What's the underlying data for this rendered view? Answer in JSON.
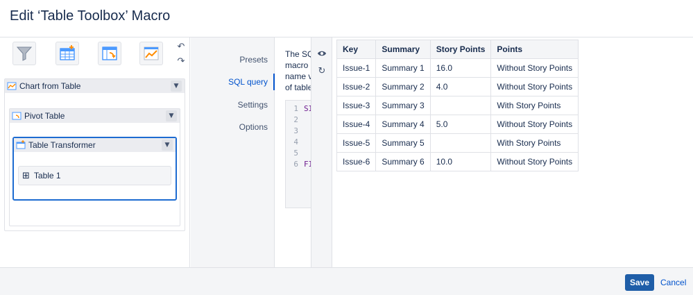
{
  "dialog": {
    "title": "Edit ‘Table Toolbox’ Macro"
  },
  "toolbar": {
    "buttons": [
      {
        "icon": "funnel-filter-icon"
      },
      {
        "icon": "table-add-icon"
      },
      {
        "icon": "pivot-table-icon"
      },
      {
        "icon": "chart-line-icon"
      }
    ],
    "undo_glyph": "↶",
    "redo_glyph": "↷"
  },
  "tree": {
    "chart": {
      "label": "Chart from Table"
    },
    "pivot": {
      "label": "Pivot Table"
    },
    "transformer": {
      "label": "Table Transformer"
    },
    "table": {
      "label": "Table 1"
    },
    "chevron_glyph": "▼",
    "table_glyph": "⊞"
  },
  "tabs": {
    "items": [
      {
        "label": "Presets"
      },
      {
        "label": "SQL query"
      },
      {
        "label": "Settings"
      },
      {
        "label": "Options"
      }
    ],
    "active": "SQL query"
  },
  "sql": {
    "description_lines": [
      "The SQ",
      "macro",
      "name v",
      "of table"
    ],
    "line_numbers": [
      "1",
      "2",
      "3",
      "4",
      "5",
      "6"
    ],
    "code_lines": [
      "SI",
      "",
      "",
      "",
      "",
      "FI"
    ]
  },
  "side_icons": {
    "preview_glyph": "👁",
    "refresh_glyph": "↻"
  },
  "result_table": {
    "headers": [
      "Key",
      "Summary",
      "Story Points",
      "Points"
    ],
    "rows": [
      [
        "Issue-1",
        "Summary 1",
        "16.0",
        "Without Story Points"
      ],
      [
        "Issue-2",
        "Summary 2",
        "4.0",
        "Without Story Points"
      ],
      [
        "Issue-3",
        "Summary 3",
        "",
        "With Story Points"
      ],
      [
        "Issue-4",
        "Summary 4",
        "5.0",
        "Without Story Points"
      ],
      [
        "Issue-5",
        "Summary 5",
        "",
        "With Story Points"
      ],
      [
        "Issue-6",
        "Summary 6",
        "10.0",
        "Without Story Points"
      ]
    ]
  },
  "footer": {
    "save_label": "Save",
    "cancel_label": "Cancel"
  },
  "colors": {
    "accent": "#0052cc",
    "save_button": "#1f5ea8",
    "active_border": "#1d6bd1"
  }
}
